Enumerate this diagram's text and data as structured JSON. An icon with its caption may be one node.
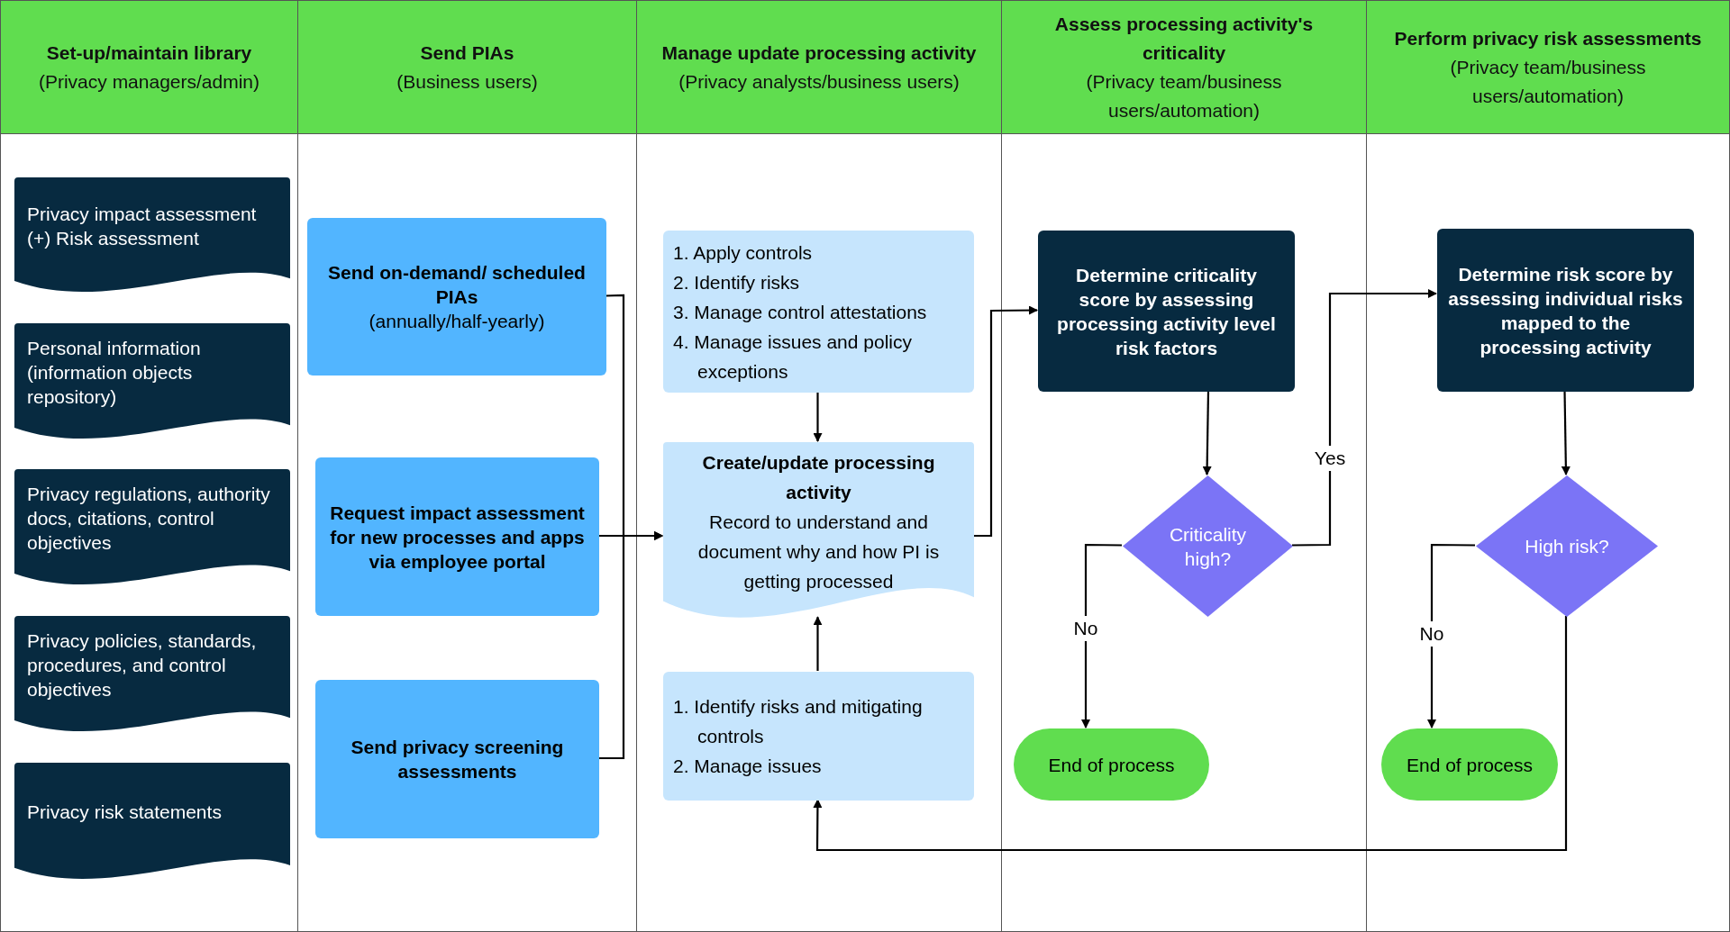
{
  "diagram": {
    "nodes": [
      {
        "text": [
          "Set-up/maintain library",
          "(Privacy managers/admin)"
        ]
      },
      {
        "text": [
          "Privacy impact assessment (+) Risk assessment"
        ],
        "in": 0
      },
      {
        "text": [
          "Personal information (information objects repository)"
        ],
        "in": 0
      },
      {
        "text": [
          "Privacy regulations, authority docs, citations, control objectives"
        ],
        "in": 0
      },
      {
        "text": [
          "Privacy policies, standards, procedures, and control objectives"
        ],
        "in": 0
      },
      {
        "text": [
          "Privacy risk statements"
        ],
        "in": 0
      },
      {
        "text": [
          "Send PIAs",
          "(Business users)"
        ]
      },
      {
        "text": [
          "Send on-demand/ scheduled PIAs",
          "(annually/half-yearly)"
        ],
        "in": 6
      },
      {
        "text": [
          "Request impact assessment for new processes and apps via employee portal"
        ],
        "in": 6
      },
      {
        "text": [
          "Send privacy screening assessments"
        ],
        "in": 6
      },
      {
        "text": [
          "Manage update processing activity",
          "(Privacy analysts/business users)"
        ]
      },
      {
        "text": [
          "1. Apply controls",
          "2. Identify risks",
          "3. Manage control attestations",
          "4. Manage issues and policy exceptions"
        ],
        "in": 10
      },
      {
        "text": [
          "Create/update processing activity",
          "Record to understand and document why and how PI is getting processed"
        ],
        "in": 10
      },
      {
        "text": [
          "1. Identify risks and mitigating controls",
          "2. Manage issues"
        ],
        "in": 10
      },
      {
        "text": [
          "Assess processing activity's criticality",
          "(Privacy team/business users/automation)"
        ]
      },
      {
        "text": [
          "Determine criticality score by assessing processing activity level risk factors"
        ],
        "in": 14
      },
      {
        "text": [
          "Criticality high?"
        ],
        "in": 14
      },
      {
        "text": [
          "End of process"
        ],
        "in": 14
      },
      {
        "text": [
          "Perform privacy risk assessments",
          "(Privacy team/business users/automation)"
        ]
      },
      {
        "text": [
          "Determine risk score by assessing individual risks mapped to the processing activity"
        ],
        "in": 18
      },
      {
        "text": [
          "High risk?"
        ],
        "in": 18
      },
      {
        "text": [
          "End of process"
        ],
        "in": 18
      }
    ],
    "edges": [
      {
        "from": 7,
        "to": 12,
        "arrow": "to"
      },
      {
        "from": 8,
        "to": 12,
        "arrow": "to"
      },
      {
        "from": 9,
        "to": 12,
        "arrow": "to"
      },
      {
        "from": 11,
        "to": 12,
        "arrow": "to"
      },
      {
        "from": 13,
        "to": 12,
        "arrow": "to"
      },
      {
        "from": 12,
        "to": 15,
        "arrow": "to"
      },
      {
        "from": 15,
        "to": 16,
        "arrow": "to"
      },
      {
        "from": 16,
        "to": 19,
        "arrow": "to",
        "label": "Yes"
      },
      {
        "from": 16,
        "to": 17,
        "arrow": "to",
        "label": "No"
      },
      {
        "from": 19,
        "to": 20,
        "arrow": "to"
      },
      {
        "from": 20,
        "to": 21,
        "arrow": "to",
        "label": "No"
      },
      {
        "from": 20,
        "to": 13,
        "arrow": "to"
      }
    ]
  }
}
